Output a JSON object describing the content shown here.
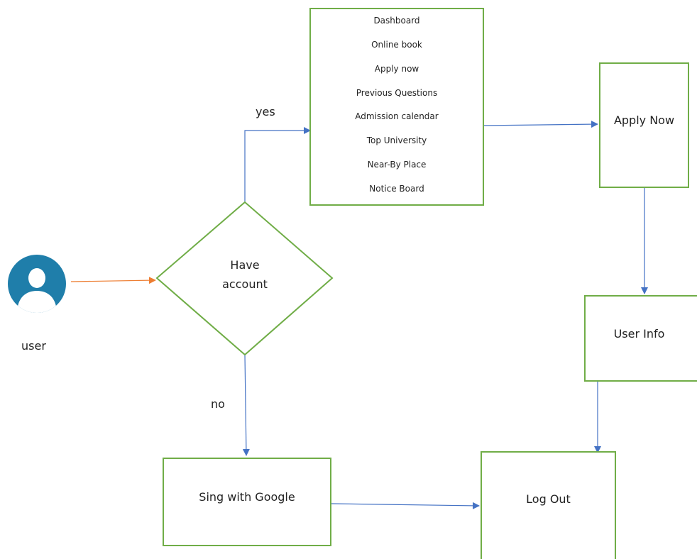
{
  "user": {
    "label": "user"
  },
  "decision": {
    "line1": "Have",
    "line2": "account"
  },
  "edges": {
    "yes": "yes",
    "no": "no"
  },
  "menu": {
    "items": [
      "Dashboard",
      "Online book",
      "Apply now",
      "Previous Questions",
      "Admission calendar",
      "Top University",
      "Near-By Place",
      "Notice Board"
    ]
  },
  "nodes": {
    "apply_now": "Apply Now",
    "user_info": "User Info",
    "sign_google": "Sing with Google",
    "log_out": "Log Out"
  },
  "colors": {
    "box_border": "#70ad47",
    "connector": "#4472c4",
    "user_connector": "#ed7d31",
    "avatar": "#1f7eaa"
  }
}
